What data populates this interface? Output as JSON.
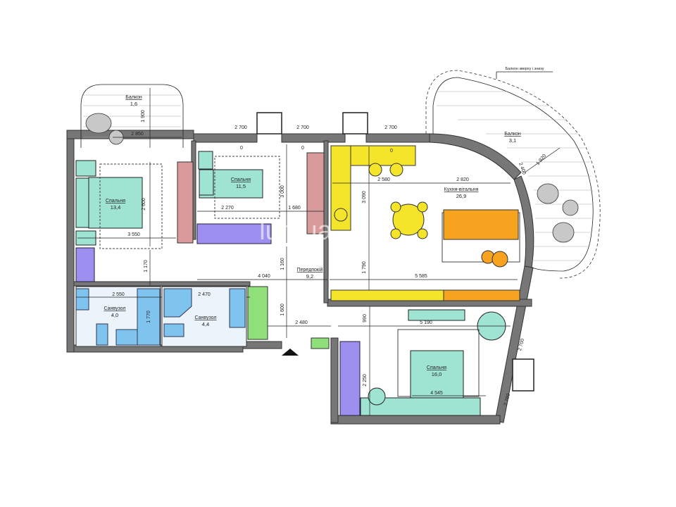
{
  "title": "Apartment floor plan",
  "rooms": {
    "balcony_small": {
      "name": "Балкон",
      "area": "1,6"
    },
    "balcony_large": {
      "name": "Балкон",
      "area": "3,1"
    },
    "balcony_note": "Балкон зверху і знизу",
    "bedroom_1": {
      "name": "Спальня",
      "area": "13,4"
    },
    "bedroom_2": {
      "name": "Спальня",
      "area": "11,5"
    },
    "kitchen_living": {
      "name": "Кухня-вітальня",
      "area": "26,9"
    },
    "bedroom_3": {
      "name": "Спальня",
      "area": "16,0"
    },
    "bathroom_1": {
      "name": "Санвузол",
      "area": "4,0"
    },
    "bathroom_2": {
      "name": "Санвузол",
      "area": "4,4"
    },
    "hallway": {
      "name": "Передпокій",
      "area": "9,2"
    }
  },
  "dimensions": {
    "d1900": "1 900",
    "d2850": "2 850",
    "w1": "2 700",
    "w2": "2 700",
    "w3": "2 700",
    "d2600": "2 600",
    "d3550": "3 550",
    "d2270": "2 270",
    "d3000": "3 000",
    "d1680": "1 680",
    "d2580": "2 580",
    "d2820": "2 820",
    "d3090": "3 090",
    "d1920": "1 920",
    "d2400": "2 400",
    "d1170": "1 170",
    "d1160": "1 160",
    "d4040": "4 040",
    "d5585": "5 585",
    "d1790": "1 790",
    "d2550": "2 550",
    "d1770": "1 770",
    "d2470": "2 470",
    "d1600": "1 600",
    "d2480": "2 480",
    "d990": "990",
    "d5190": "5 190",
    "d2250": "2 250",
    "d4545": "4 545",
    "r1": "2 700",
    "r2": "2 700",
    "zero": "0"
  },
  "watermark": "lun.ua"
}
